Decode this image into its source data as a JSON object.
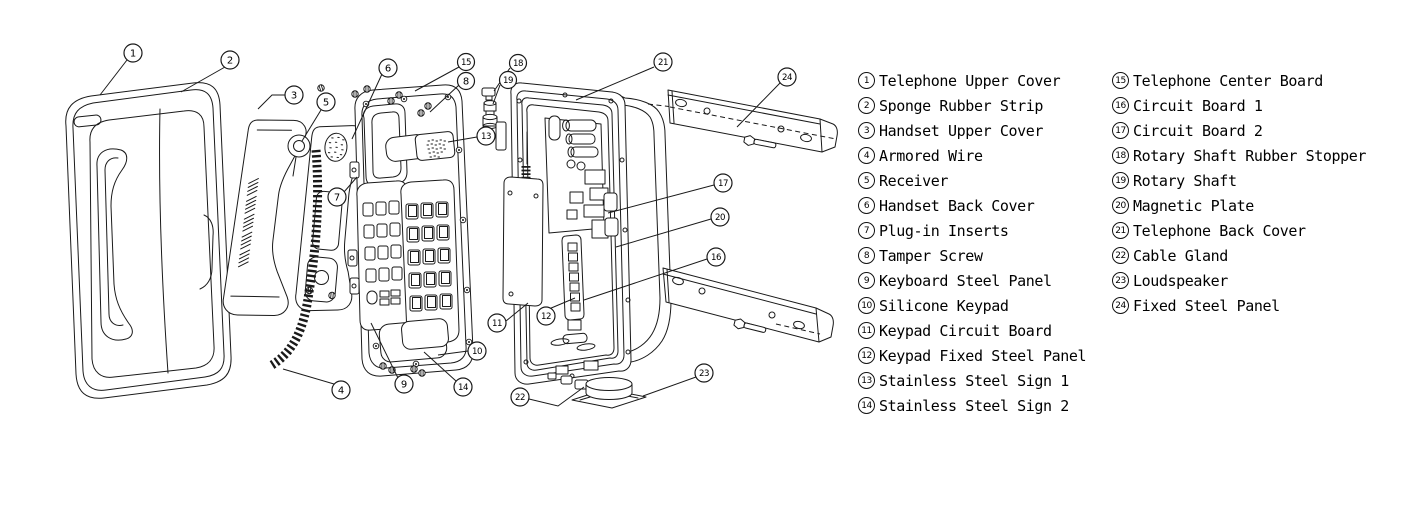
{
  "parts": {
    "column1": [
      {
        "number": "1",
        "label": "Telephone Upper Cover"
      },
      {
        "number": "2",
        "label": "Sponge Rubber Strip"
      },
      {
        "number": "3",
        "label": "Handset Upper Cover"
      },
      {
        "number": "4",
        "label": "Armored Wire"
      },
      {
        "number": "5",
        "label": "Receiver"
      },
      {
        "number": "6",
        "label": "Handset Back Cover"
      },
      {
        "number": "7",
        "label": "Plug-in Inserts"
      },
      {
        "number": "8",
        "label": "Tamper Screw"
      },
      {
        "number": "9",
        "label": "Keyboard Steel Panel"
      },
      {
        "number": "10",
        "label": "Silicone Keypad"
      },
      {
        "number": "11",
        "label": "Keypad Circuit Board"
      },
      {
        "number": "12",
        "label": "Keypad Fixed Steel Panel"
      },
      {
        "number": "13",
        "label": "Stainless Steel Sign 1"
      },
      {
        "number": "14",
        "label": "Stainless Steel Sign 2"
      }
    ],
    "column2": [
      {
        "number": "15",
        "label": "Telephone Center Board"
      },
      {
        "number": "16",
        "label": "Circuit Board 1"
      },
      {
        "number": "17",
        "label": "Circuit Board 2"
      },
      {
        "number": "18",
        "label": "Rotary Shaft Rubber Stopper"
      },
      {
        "number": "19",
        "label": "Rotary Shaft"
      },
      {
        "number": "20",
        "label": "Magnetic Plate"
      },
      {
        "number": "21",
        "label": "Telephone Back Cover"
      },
      {
        "number": "22",
        "label": "Cable Gland"
      },
      {
        "number": "23",
        "label": "Loudspeaker"
      },
      {
        "number": "24",
        "label": "Fixed Steel Panel"
      }
    ]
  },
  "diagram": {
    "callouts": [
      {
        "number": "1"
      },
      {
        "number": "2"
      },
      {
        "number": "3"
      },
      {
        "number": "4"
      },
      {
        "number": "5"
      },
      {
        "number": "6"
      },
      {
        "number": "7"
      },
      {
        "number": "8"
      },
      {
        "number": "9"
      },
      {
        "number": "10"
      },
      {
        "number": "11"
      },
      {
        "number": "12"
      },
      {
        "number": "13"
      },
      {
        "number": "14"
      },
      {
        "number": "15"
      },
      {
        "number": "16"
      },
      {
        "number": "17"
      },
      {
        "number": "18"
      },
      {
        "number": "19"
      },
      {
        "number": "20"
      },
      {
        "number": "21"
      },
      {
        "number": "22"
      },
      {
        "number": "23"
      },
      {
        "number": "24"
      }
    ]
  },
  "colors": {
    "line": "#1a1a1a",
    "background": "#ffffff"
  }
}
